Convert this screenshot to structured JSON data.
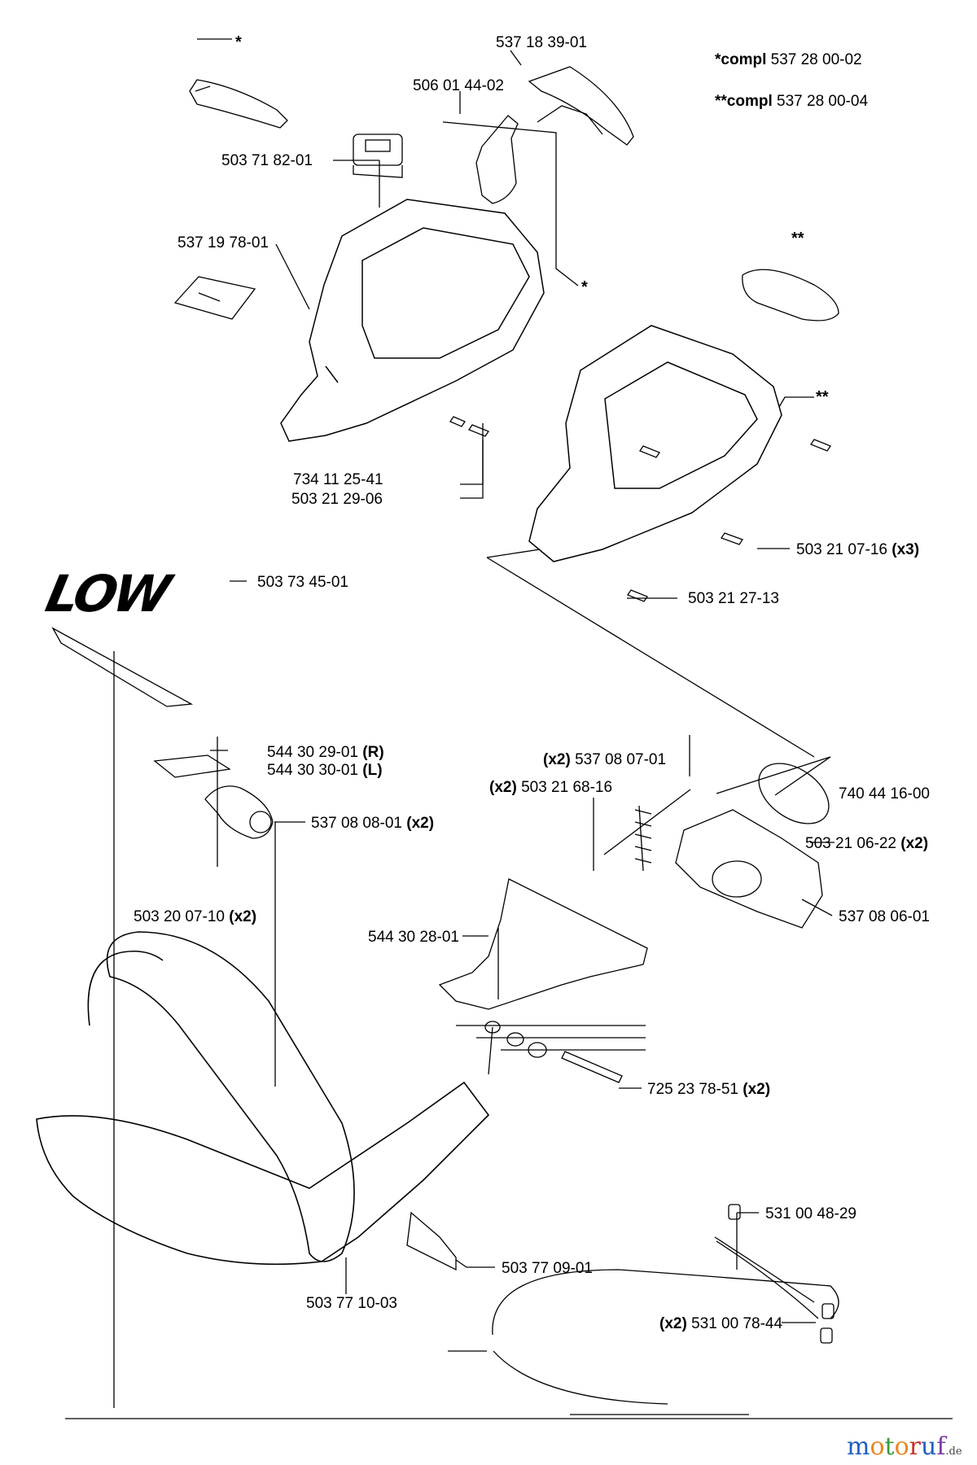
{
  "notes": {
    "compl1_bold": "*compl",
    "compl1_value": " 537 28 00-02",
    "compl2_bold": "**compl",
    "compl2_value": " 537 28 00-04"
  },
  "marks": {
    "star1": "*",
    "star2": "*",
    "star3": "**",
    "star4": "**"
  },
  "logo_text": "LOW",
  "parts": {
    "p_5371839": "537 18 39-01",
    "p_5060144": "506 01 44-02",
    "p_5037182": "503 71 82-01",
    "p_5371978": "537 19 78-01",
    "p_7341125": "734 11 25-41",
    "p_5032129": "503 21 29-06",
    "p_5032107": "503 21 07-16",
    "p_5032107_q": "(x3)",
    "p_5032127": "503 21 27-13",
    "p_5037345": "503 73 45-01",
    "p_5443029": "544 30 29-01",
    "p_5443029_s": "(R)",
    "p_5443030": "544 30 30-01",
    "p_5443030_s": "(L)",
    "p_5370807_q": "(x2)",
    "p_5370807": "537 08 07-01",
    "p_5032168_q": "(x2)",
    "p_5032168": "503 21 68-16",
    "p_7404416": "740 44 16-00",
    "p_5370808": "537 08 08-01",
    "p_5370808_q": "(x2)",
    "p_5032106": "503 21 06-22",
    "p_5032106_q": "(x2)",
    "p_5032007": "503 20 07-10",
    "p_5032007_q": "(x2)",
    "p_5370806": "537 08 06-01",
    "p_5443028": "544 30 28-01",
    "p_7252378": "725 23 78-51",
    "p_7252378_q": "(x2)",
    "p_5310048": "531 00 48-29",
    "p_5037709": "503 77 09-01",
    "p_5037710": "503 77 10-03",
    "p_5310078_q": "(x2)",
    "p_5310078": "531 00 78-44"
  },
  "watermark": {
    "m": "m",
    "o1": "o",
    "t": "t",
    "o2": "o",
    "r": "r",
    "u": "u",
    "f": "f",
    "de": ".de"
  }
}
